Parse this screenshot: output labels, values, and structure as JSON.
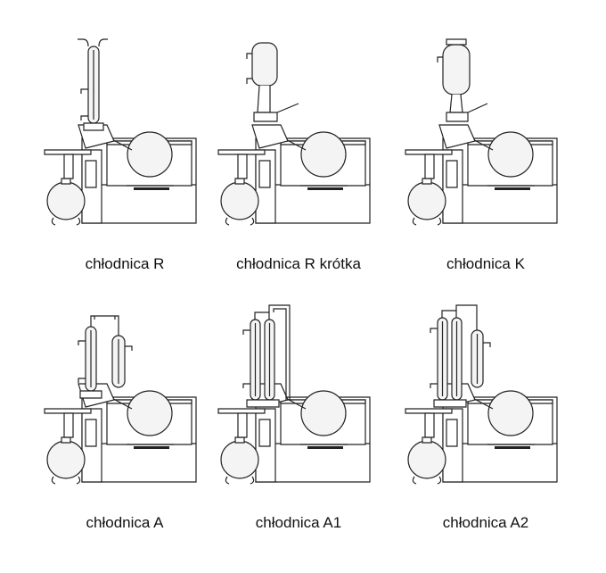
{
  "condensers": [
    {
      "label": "chłodnica R",
      "variant": "R"
    },
    {
      "label": "chłodnica R krótka",
      "variant": "R_short"
    },
    {
      "label": "chłodnica K",
      "variant": "K"
    },
    {
      "label": "chłodnica A",
      "variant": "A"
    },
    {
      "label": "chłodnica A1",
      "variant": "A1"
    },
    {
      "label": "chłodnica A2",
      "variant": "A2"
    }
  ]
}
